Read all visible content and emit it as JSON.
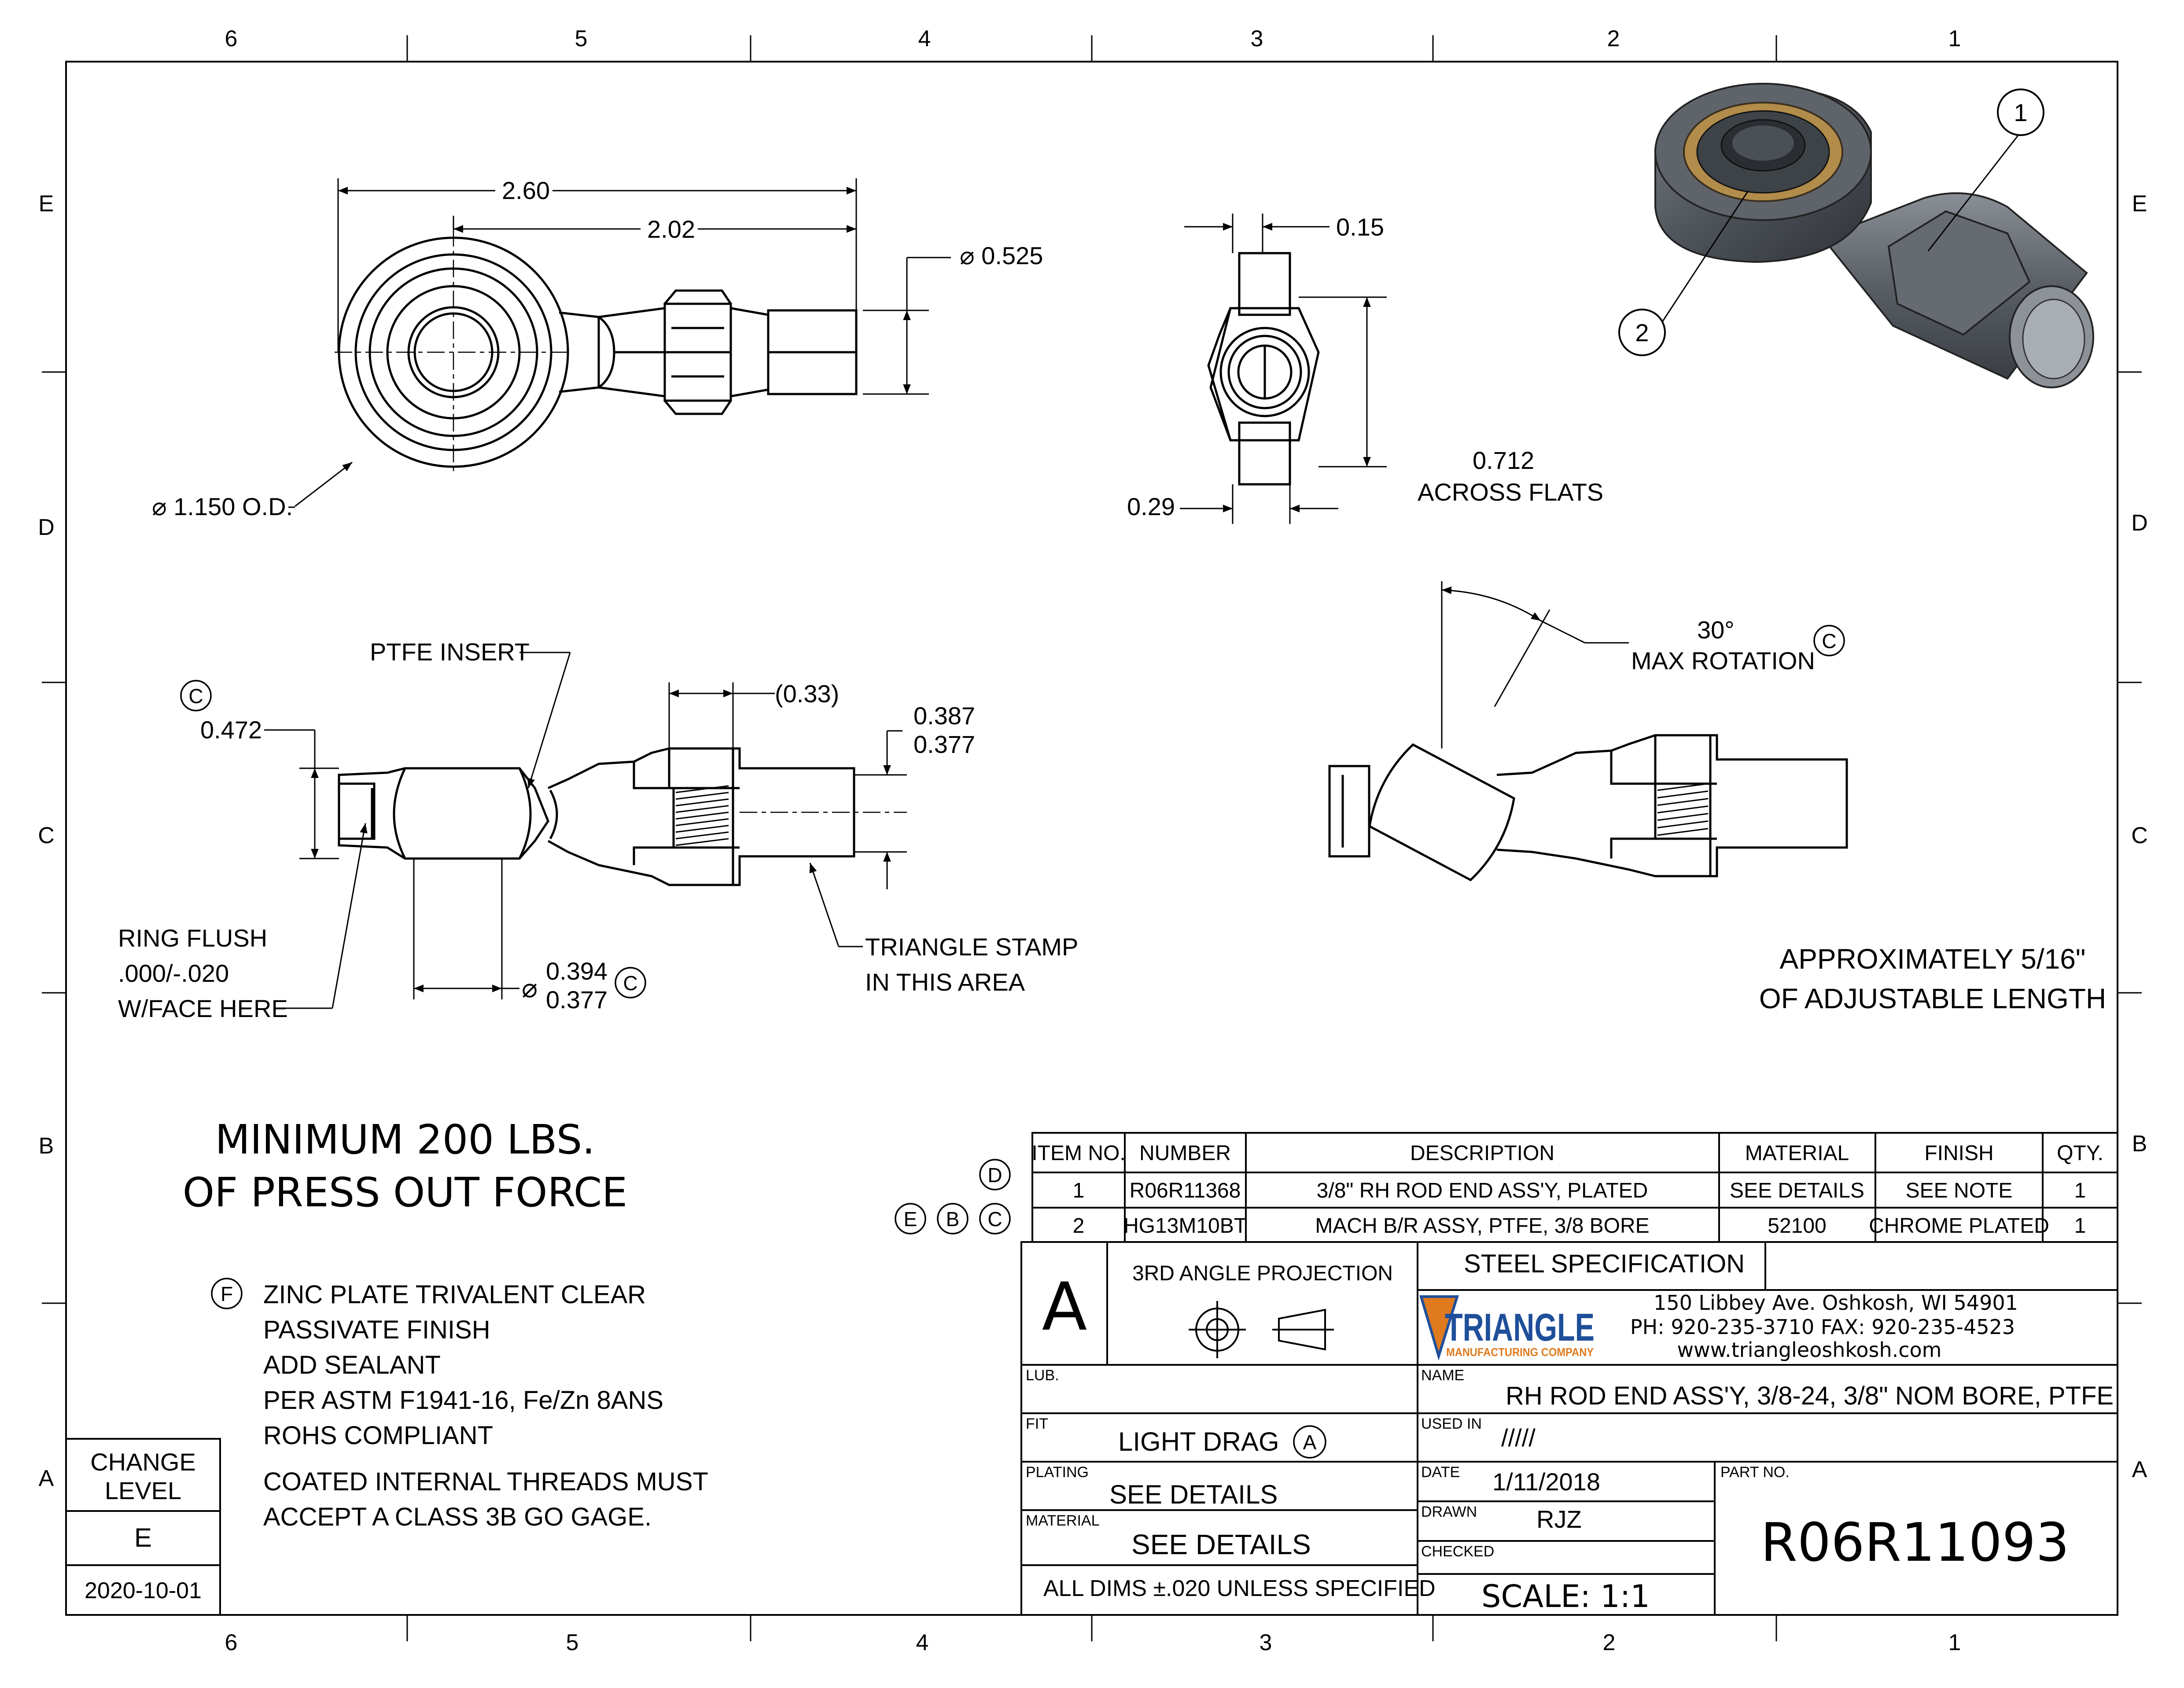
{
  "zones": {
    "top_cols": [
      "6",
      "5",
      "4",
      "3",
      "2",
      "1"
    ],
    "bottom_cols": [
      "6",
      "5",
      "4",
      "3",
      "2",
      "1"
    ],
    "rows_left": [
      "E",
      "D",
      "C",
      "B",
      "A"
    ],
    "rows_right": [
      "E",
      "D",
      "C",
      "B",
      "A"
    ]
  },
  "top_view": {
    "dim_overall": "2.60",
    "dim_center": "2.02",
    "dim_shank_dia": "⌀ 0.525",
    "dim_od": "⌀ 1.150 O.D."
  },
  "end_view": {
    "dim_jam_nut": "0.15",
    "dim_flats_value": "0.712",
    "dim_flats_label": "ACROSS FLATS",
    "dim_width": "0.29"
  },
  "side_view": {
    "ptfe_label": "PTFE INSERT",
    "note_c": "C",
    "dim_ball_width": "0.472",
    "dim_nut": "(0.33)",
    "dim_thread_max": "0.387",
    "dim_thread_min": "0.377",
    "dim_bore_prefix": "⌀",
    "dim_bore_max": "0.394",
    "dim_bore_min": "0.377",
    "ring_note": [
      "RING FLUSH",
      ".000/-.020",
      "W/FACE HERE"
    ],
    "stamp_note": [
      "TRIANGLE STAMP",
      "IN THIS AREA"
    ]
  },
  "rotation_view": {
    "angle": "30°",
    "label": "MAX ROTATION",
    "note": "C"
  },
  "adjustable_note": [
    "APPROXIMATELY 5/16\"",
    "OF ADJUSTABLE LENGTH"
  ],
  "balloons": {
    "b1": "1",
    "b2": "2"
  },
  "press_out": [
    "MINIMUM 200 LBS.",
    "OF PRESS OUT FORCE"
  ],
  "finish_notes": {
    "marker": "F",
    "lines": [
      "ZINC PLATE TRIVALENT CLEAR",
      "PASSIVATE FINISH",
      "ADD SEALANT",
      "PER ASTM F1941-16, Fe/Zn 8ANS",
      "ROHS COMPLIANT"
    ],
    "thread_lines": [
      "COATED INTERNAL THREADS MUST",
      "ACCEPT A CLASS 3B GO GAGE."
    ]
  },
  "rev_markers": [
    "D",
    "E",
    "B",
    "C"
  ],
  "bom": {
    "headers": [
      "ITEM NO.",
      "NUMBER",
      "DESCRIPTION",
      "MATERIAL",
      "FINISH",
      "QTY."
    ],
    "rows": [
      [
        "1",
        "R06R11368",
        "3/8\" RH ROD END ASS'Y, PLATED",
        "SEE DETAILS",
        "SEE NOTE",
        "1"
      ],
      [
        "2",
        "HG13M10BT",
        "MACH B/R ASSY, PTFE, 3/8 BORE",
        "52100",
        "CHROME PLATED",
        "1"
      ]
    ]
  },
  "change_level": {
    "title": [
      "CHANGE",
      "LEVEL"
    ],
    "value": "E",
    "date": "2020-10-01"
  },
  "title_block": {
    "size": "A",
    "projection": "3RD ANGLE PROJECTION",
    "steel_spec_label": "STEEL SPECIFICATION",
    "company": {
      "logo_word": "TRIANGLE",
      "logo_sub": "MANUFACTURING COMPANY",
      "address": "150 Libbey Ave. Oshkosh, WI  54901",
      "phone": "PH:  920-235-3710 FAX:  920-235-4523",
      "web": "www.triangleoshkosh.com"
    },
    "lub_label": "LUB.",
    "name_label": "NAME",
    "name_value": "RH ROD END ASS'Y, 3/8-24, 3/8\" NOM BORE, PTFE",
    "fit_label": "FIT",
    "fit_value": "LIGHT DRAG",
    "fit_note": "A",
    "used_in_label": "USED IN",
    "used_in_value": "/////",
    "plating_label": "PLATING",
    "plating_value": "SEE DETAILS",
    "date_label": "DATE",
    "date_value": "1/11/2018",
    "part_no_label": "PART NO.",
    "part_no_value": "R06R11093",
    "drawn_label": "DRAWN",
    "drawn_value": "RJZ",
    "material_label": "MATERIAL",
    "material_value": "SEE DETAILS",
    "checked_label": "CHECKED",
    "tolerance": "ALL DIMS ±.020 UNLESS SPECIFIED",
    "scale": "SCALE: 1:1"
  },
  "colors": {
    "line": "#000000",
    "logo_blue": "#1f4f9a",
    "logo_orange": "#e07a1f",
    "render_gray": "#5a5f66",
    "render_gold": "#b28c4a"
  }
}
